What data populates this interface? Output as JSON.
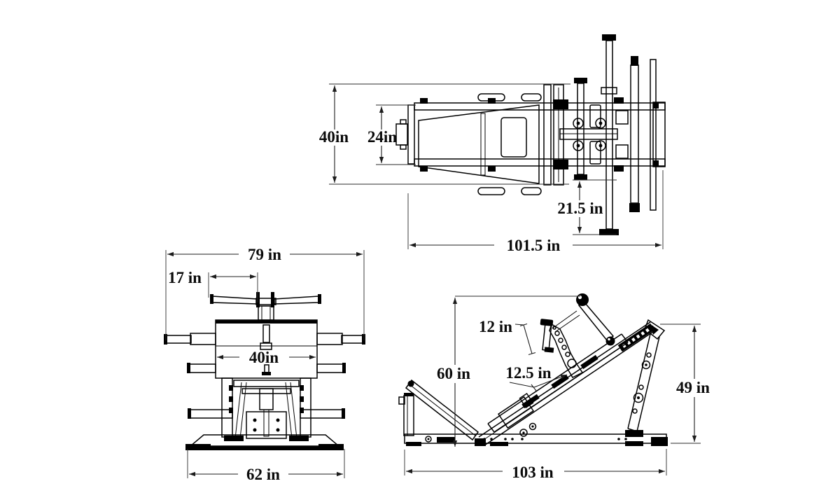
{
  "palette": {
    "ink": "#000000",
    "background": "#ffffff"
  },
  "views": {
    "top": {
      "dims": {
        "width_40": {
          "label": "40in"
        },
        "width_24": {
          "label": "24in"
        },
        "bar_extension": {
          "label": "21.5 in"
        },
        "overall_length": {
          "label": "101.5 in"
        }
      }
    },
    "front": {
      "dims": {
        "overall_width": {
          "label": "79 in"
        },
        "handle_offset": {
          "label": "17 in"
        },
        "footplate_width": {
          "label": "40in"
        },
        "base_width": {
          "label": "62 in"
        }
      }
    },
    "side": {
      "dims": {
        "footplate_length": {
          "label": "12 in"
        },
        "pad_length": {
          "label": "12.5 in"
        },
        "handle_height": {
          "label": "60 in"
        },
        "frame_height": {
          "label": "49 in"
        },
        "overall_length": {
          "label": "103 in"
        }
      }
    }
  }
}
